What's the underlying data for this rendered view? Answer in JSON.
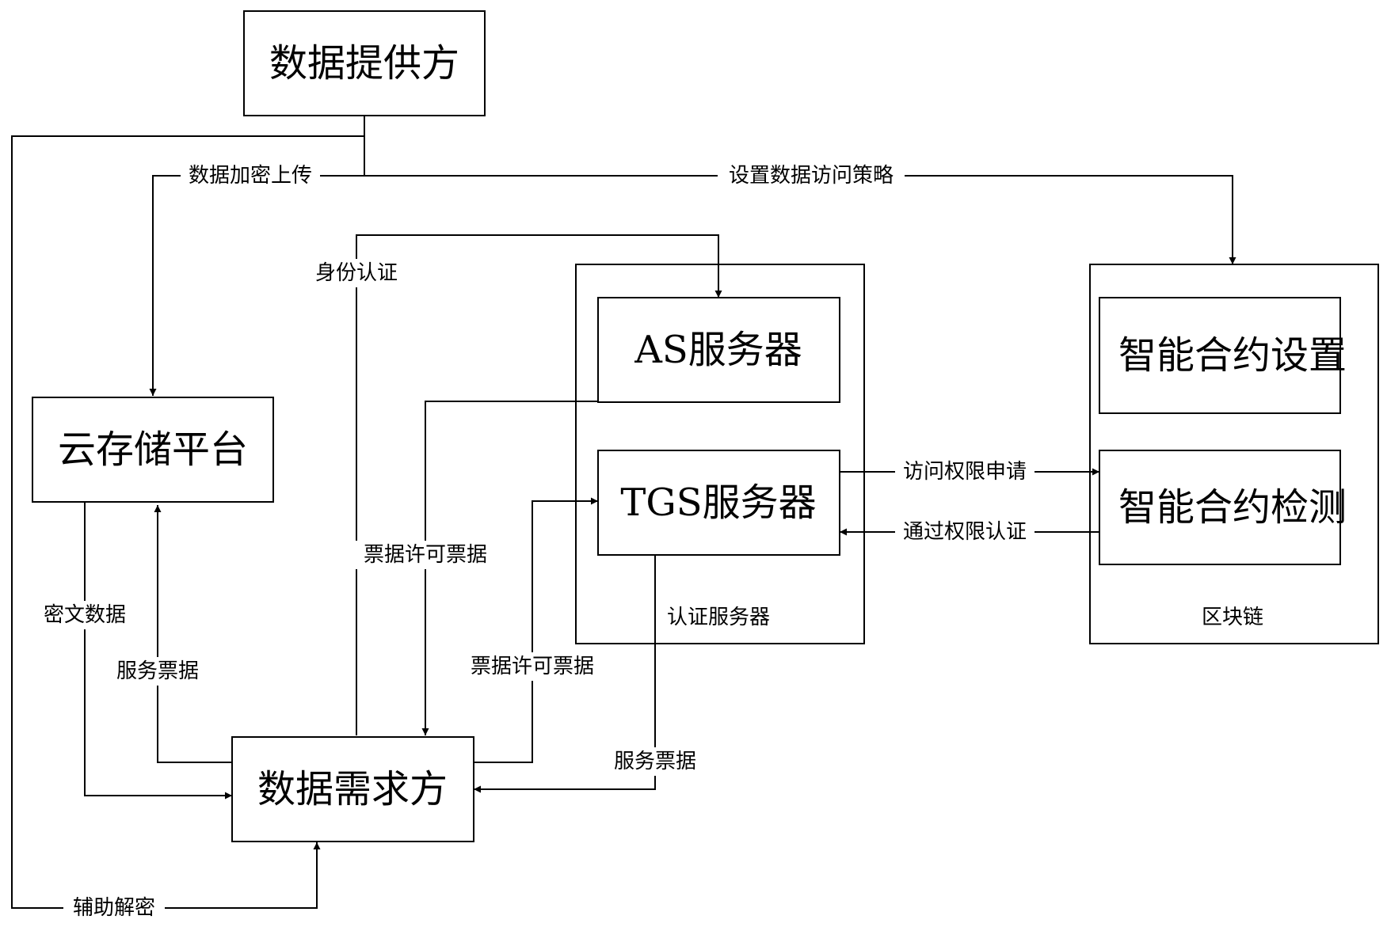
{
  "nodes": {
    "data_provider": "数据提供方",
    "cloud_storage": "云存储平台",
    "data_requester": "数据需求方",
    "as_server": "AS服务器",
    "tgs_server": "TGS服务器",
    "smart_contract_setup": "智能合约设置",
    "smart_contract_check": "智能合约检测"
  },
  "groups": {
    "auth_server": "认证服务器",
    "blockchain": "区块链"
  },
  "edges": {
    "encrypted_upload": "数据加密上传",
    "set_access_policy": "设置数据访问策略",
    "identity_auth": "身份认证",
    "tgt_from_as": "票据许可票据",
    "tgt_to_tgs": "票据许可票据",
    "ciphertext": "密文数据",
    "service_ticket_to_cloud": "服务票据",
    "service_ticket_from_tgs": "服务票据",
    "access_request": "访问权限申请",
    "auth_passed": "通过权限认证",
    "assist_decrypt": "辅助解密"
  }
}
